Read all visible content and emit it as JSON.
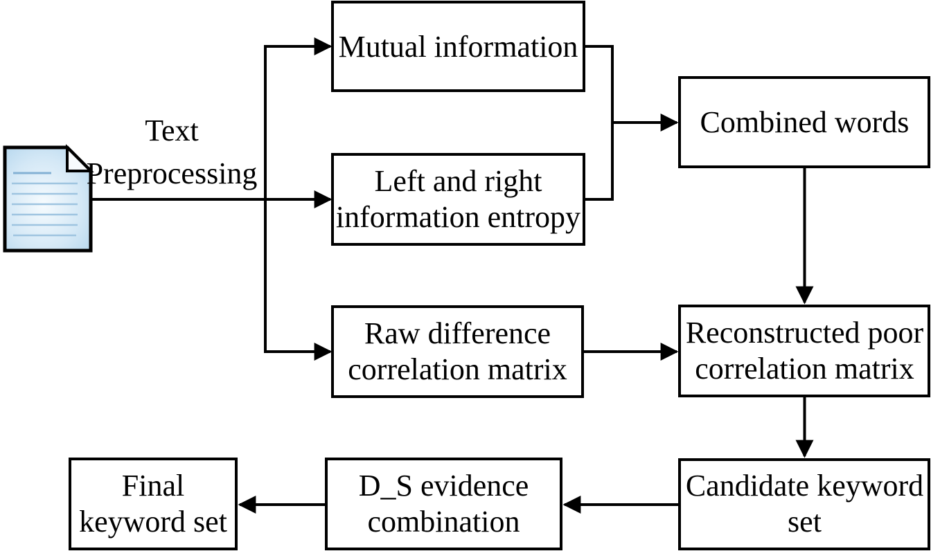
{
  "diagram": {
    "background_color": "#ffffff",
    "line_color": "#000000",
    "text_color": "#000000",
    "source_label": {
      "line1": "Text",
      "line2": "Preprocessing"
    },
    "document_icon": {
      "name": "document-icon",
      "page_fill": "#c8e1f2",
      "page_highlight": "#f6fbfe",
      "fold_fill": "#f8fbfd",
      "rule_color": "#9ec4e0",
      "border_color": "#000000"
    },
    "nodes": {
      "mutual": {
        "line1": "Mutual information"
      },
      "entropy": {
        "line1": "Left and right",
        "line2": "information entropy"
      },
      "combined": {
        "line1": "Combined words"
      },
      "raw": {
        "line1": "Raw difference",
        "line2": "correlation matrix"
      },
      "reconstructed": {
        "line1": "Reconstructed poor",
        "line2": "correlation matrix"
      },
      "candidate": {
        "line1": "Candidate keyword",
        "line2": "set"
      },
      "ds": {
        "line1": "D_S evidence",
        "line2": "combination"
      },
      "final": {
        "line1": "Final",
        "line2": "keyword set"
      }
    },
    "edges": [
      {
        "from": "document",
        "to": "mutual"
      },
      {
        "from": "document",
        "to": "entropy"
      },
      {
        "from": "document",
        "to": "raw"
      },
      {
        "from": "mutual",
        "to": "combined"
      },
      {
        "from": "entropy",
        "to": "combined"
      },
      {
        "from": "combined",
        "to": "reconstructed"
      },
      {
        "from": "raw",
        "to": "reconstructed"
      },
      {
        "from": "reconstructed",
        "to": "candidate"
      },
      {
        "from": "candidate",
        "to": "ds"
      },
      {
        "from": "ds",
        "to": "final"
      }
    ]
  }
}
